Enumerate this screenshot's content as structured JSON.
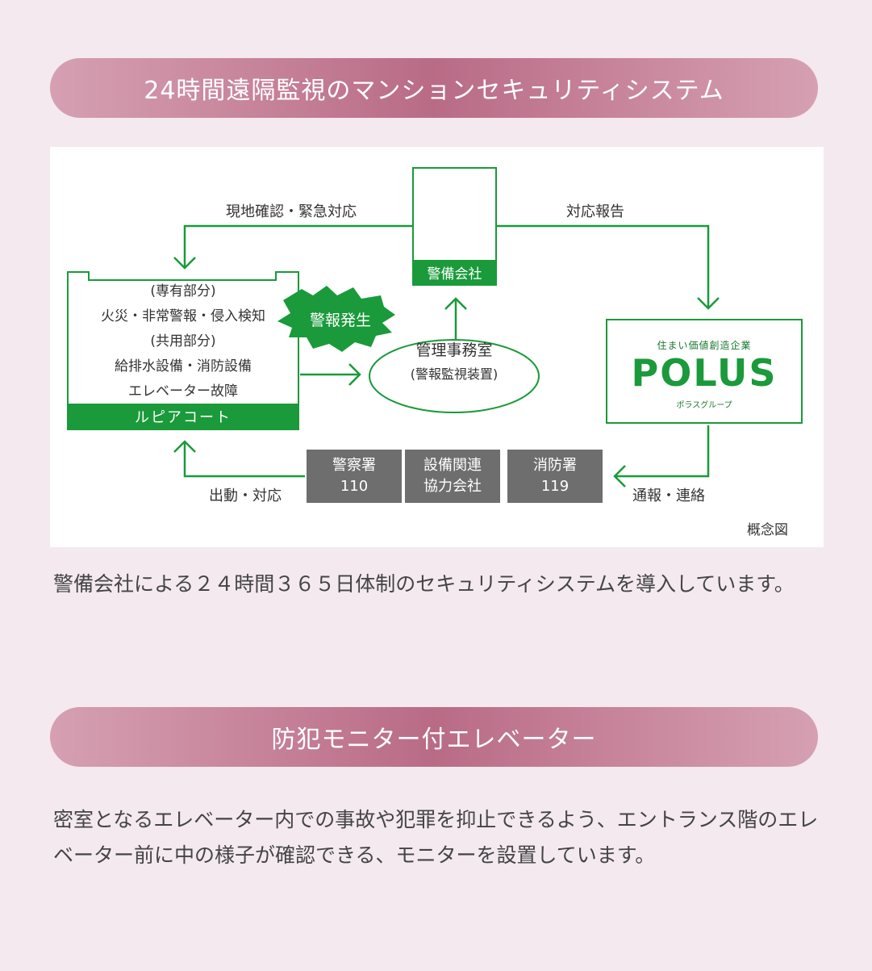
{
  "section1": {
    "title": "24時間遠隔監視のマンションセキュリティシステム",
    "description": "警備会社による２４時間３６５日体制のセキュリティシステムを導入しています。"
  },
  "diagram": {
    "guard_label": "警備会社",
    "edge_left_top": "現地確認・緊急対応",
    "edge_right_top": "対応報告",
    "building_lines": [
      "(専有部分)",
      "火災・非常警報・侵入検知",
      "(共用部分)",
      "給排水設備・消防設備",
      "エレベーター故障"
    ],
    "building_label": "ルピアコート",
    "alarm_label": "警報発生",
    "office_title": "管理事務室",
    "office_sub": "(警報監視装置)",
    "polus_tagline": "住まい価値創造企業",
    "polus_logo": "POLUS",
    "polus_sub": "ポラスグループ",
    "agencies": [
      {
        "line1": "警察署",
        "line2": "110"
      },
      {
        "line1": "設備関連",
        "line2": "協力会社"
      },
      {
        "line1": "消防署",
        "line2": "119"
      }
    ],
    "edge_bottom_left": "出動・対応",
    "edge_bottom_right": "通報・連絡",
    "caption": "概念図",
    "colors": {
      "green": "#1a9a3a",
      "gray": "#6e6e6e"
    }
  },
  "section2": {
    "title": "防犯モニター付エレベーター",
    "description": "密室となるエレベーター内での事故や犯罪を抑止できるよう、エントランス階のエレベーター前に中の様子が確認できる、モニターを設置しています。"
  }
}
